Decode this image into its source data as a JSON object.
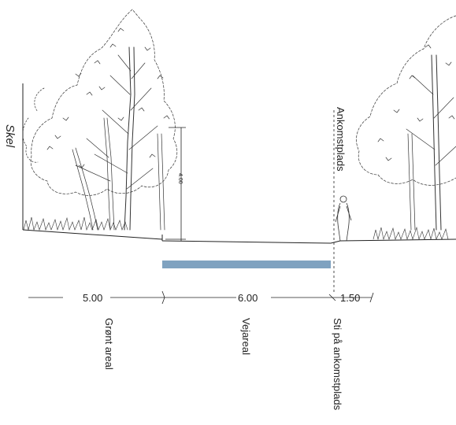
{
  "section": {
    "boundary_label": "Skel",
    "arrival_label": "Ankomstplads",
    "height_label": "4.00",
    "dimensions": [
      {
        "value": "5.00",
        "zone": "Grønt areal"
      },
      {
        "value": "6.00",
        "zone": "Vejareal"
      },
      {
        "value": "1.50",
        "zone": "Sti på ankomstplads"
      }
    ]
  },
  "colors": {
    "road_bar": "#7fa2c0",
    "line": "#222222"
  }
}
